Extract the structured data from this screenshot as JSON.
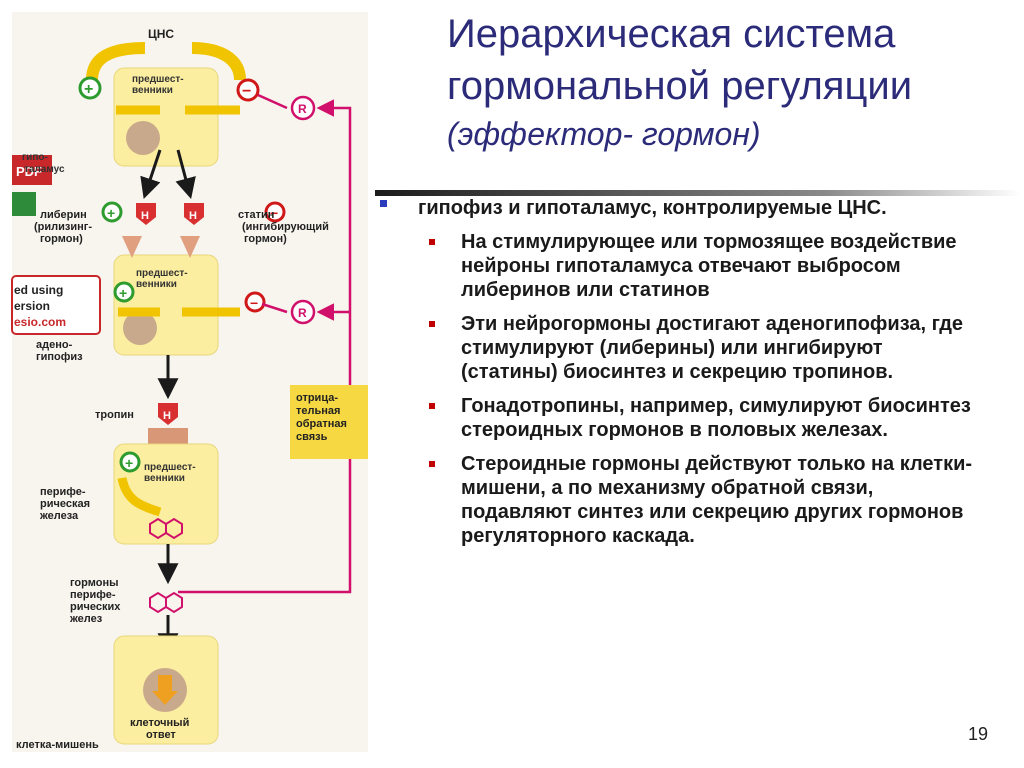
{
  "title": {
    "line1": "Иерархическая система",
    "line2": "гормональной регуляции",
    "subtitle": "(эффектор- гормон)"
  },
  "bullets": {
    "main": "гипофиз и гипоталамус, контролируемые ЦНС.",
    "items": [
      "На стимулирующее или тормозящее воздействие нейроны гипоталамуса отвечают выбросом либеринов или статинов",
      "Эти нейрогормоны достигают аденогипофиза, где стимулируют (либерины) или ингибируют (статины) биосинтез и секрецию тропинов.",
      "Гонадотропины, например, симулируют биосинтез стероидных гормонов в половых железах.",
      "Стероидные гормоны действуют только на клетки-мишени, а по механизму обратной связи, подавляют синтез или секрецию других гормонов регуляторного каскада."
    ]
  },
  "page_number": "19",
  "diagram": {
    "cns": "ЦНС",
    "gland_label_1": "гипо-",
    "gland_label_2": "таламус",
    "precursors_1": "предшест-",
    "precursors_2": "венники",
    "liberin_1": "либерин",
    "liberin_2": "(рилизинг-",
    "liberin_3": "гормон)",
    "statin_1": "статин",
    "statin_2": "(ингибирующий",
    "statin_3": "гормон)",
    "adeno_1": "адено-",
    "adeno_2": "гипофиз",
    "tropin": "тропин",
    "periph_1": "перифе-",
    "periph_2": "рическая",
    "periph_3": "железа",
    "hormones_1": "гормоны",
    "hormones_2": "перифе-",
    "hormones_3": "рических",
    "hormones_4": "желез",
    "response_1": "клеточный",
    "response_2": "ответ",
    "target_cell": "клетка-мишень",
    "feedback_1": "отрица-",
    "feedback_2": "тельная",
    "feedback_3": "обратная",
    "feedback_4": "связь",
    "plus": "+",
    "minus": "−",
    "receptor": "R",
    "hormone": "H",
    "watermark_1": "ed using",
    "watermark_2": "ersion",
    "watermark_3": "esio.com",
    "pdf_label": "PDF",
    "colors": {
      "title": "#2b2b7a",
      "box_fill": "#fbeea0",
      "arrow_yellow": "#f0c400",
      "plus_green": "#2e9b2e",
      "minus_red": "#d01818",
      "feedback_line": "#d0106a"
    }
  }
}
